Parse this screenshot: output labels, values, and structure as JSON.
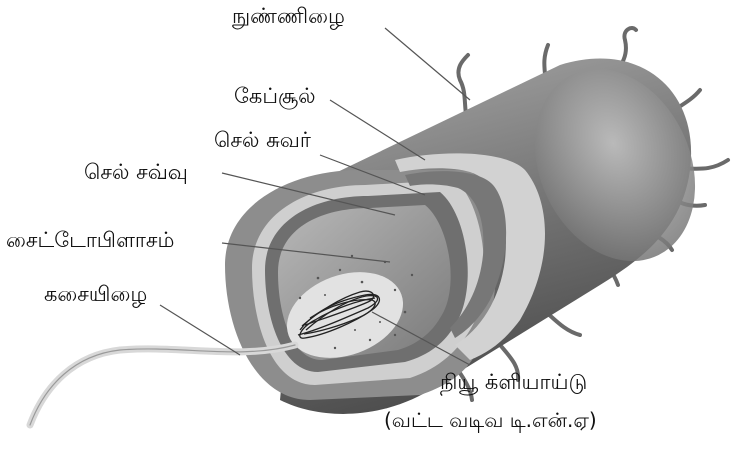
{
  "labels": {
    "pili": "நுண்ணிழை",
    "capsule": "கேப்சூல்",
    "cell_wall": "செல் சுவர்",
    "cell_membrane": "செல் சவ்வு",
    "cytoplasm": "சைட்டோபிளாசம்",
    "flagellum": "கசையிழை",
    "nucleoid": "நியூ க்ளியாய்டு",
    "nucleoid_note": "(வட்ட வடிவ டி.என்.ஏ)"
  },
  "colors": {
    "background": "#ffffff",
    "capsule_outer": "#8a8a8a",
    "capsule_highlight": "#b5b5b5",
    "cell_wall": "#cfcfcf",
    "membrane": "#6f6f6f",
    "cytoplasm": "#9b9b9b",
    "cytoplasm_core": "#e2e2e2",
    "leader_line": "#555555",
    "label_text": "#111111"
  }
}
